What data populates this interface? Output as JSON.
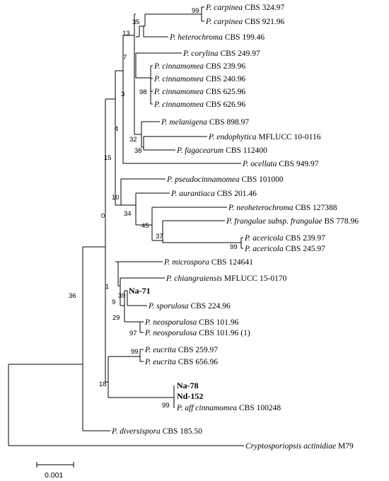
{
  "taxa": {
    "carpinea_1": {
      "species": "P. carpinea",
      "strain": "CBS 324.97"
    },
    "carpinea_2": {
      "species": "P. carpinea",
      "strain": "CBS 921.96"
    },
    "heterochroma": {
      "species": "P. heterochroma",
      "strain": "CBS 199.46"
    },
    "corylina": {
      "species": "P. corylina",
      "strain": "CBS 249.97"
    },
    "cinnamomea_1": {
      "species": "P. cinnamomea",
      "strain": "CBS 239.96"
    },
    "cinnamomea_2": {
      "species": "P. cinnamomea",
      "strain": "CBS 240.96"
    },
    "cinnamomea_3": {
      "species": "P. cinnamomea",
      "strain": "CBS 625.96"
    },
    "cinnamomea_4": {
      "species": "P. cinnamomea",
      "strain": "CBS 626.96"
    },
    "melanigena": {
      "species": "P. melanigena",
      "strain": "CBS 898.97"
    },
    "endophytica": {
      "species": "P. endophytica",
      "strain": "MFLUCC 10-0116"
    },
    "fagacearum": {
      "species": "P. fagacearum",
      "strain": "CBS 112400"
    },
    "ocellata": {
      "species": "P. ocellata",
      "strain": "CBS 949.97"
    },
    "pseudocinnamomea": {
      "species": "P. pseudocinnamomea",
      "strain": "CBS 101000"
    },
    "aurantiaca": {
      "species": "P. aurantiaca",
      "strain": "CBS 201.46"
    },
    "neoheterochroma": {
      "species": "P. neoheterochroma",
      "strain": "CBS 127388"
    },
    "frangulae": {
      "species": "P. frangulae subsp. frangulae",
      "strain": "BS 778.96"
    },
    "acericola_1": {
      "species": "P. acericola",
      "strain": "CBS 239.97"
    },
    "acericola_2": {
      "species": "P. acericola",
      "strain": "CBS 245.97"
    },
    "microspora": {
      "species": "P. microspora",
      "strain": "CBS 124641"
    },
    "chiangraiensis": {
      "species": "P. chiangraiensis",
      "strain": "MFLUCC 15-0170"
    },
    "na71": {
      "species": "",
      "strain": "Na-71"
    },
    "sporulosa": {
      "species": "P. sporulosa",
      "strain": "CBS 224.96"
    },
    "neosporulosa_1": {
      "species": "P. neosporulosa",
      "strain": "CBS 101.96"
    },
    "neosporulosa_2": {
      "species": "P. neosporulosa",
      "strain": "CBS 101.96 (1)"
    },
    "eucrita_1": {
      "species": "P. eucrita",
      "strain": "CBS 259.97"
    },
    "eucrita_2": {
      "species": "P. eucrita",
      "strain": "CBS 656.96"
    },
    "na78": {
      "species": "",
      "strain": "Na-78"
    },
    "nd152": {
      "species": "",
      "strain": "Nd-152"
    },
    "aff_cinnamomea": {
      "species": "P. aff cinnamomea",
      "strain": "CBS 100248"
    },
    "diversispora": {
      "species": "P. diversispora",
      "strain": "CBS 185.50"
    },
    "outgroup": {
      "species": "Cryptosporiopsis actinidiae",
      "strain": "M79"
    }
  },
  "support": {
    "carpinea": "99",
    "n35": "35",
    "n13": "13",
    "n7": "7",
    "cinnamomea": "98",
    "n3": "3",
    "n32": "32",
    "n38": "38",
    "n4": "4",
    "n15": "15",
    "n10": "10",
    "n34": "34",
    "n45": "45",
    "n37": "37",
    "acericola": "99",
    "n0": "0",
    "n1": "1",
    "n39": "39",
    "n9": "9",
    "n29": "29",
    "neosporulosa": "97",
    "n36": "36",
    "eucrita": "99",
    "n18": "18",
    "n99b": "99"
  },
  "scale_bar": {
    "label": "0.001"
  }
}
